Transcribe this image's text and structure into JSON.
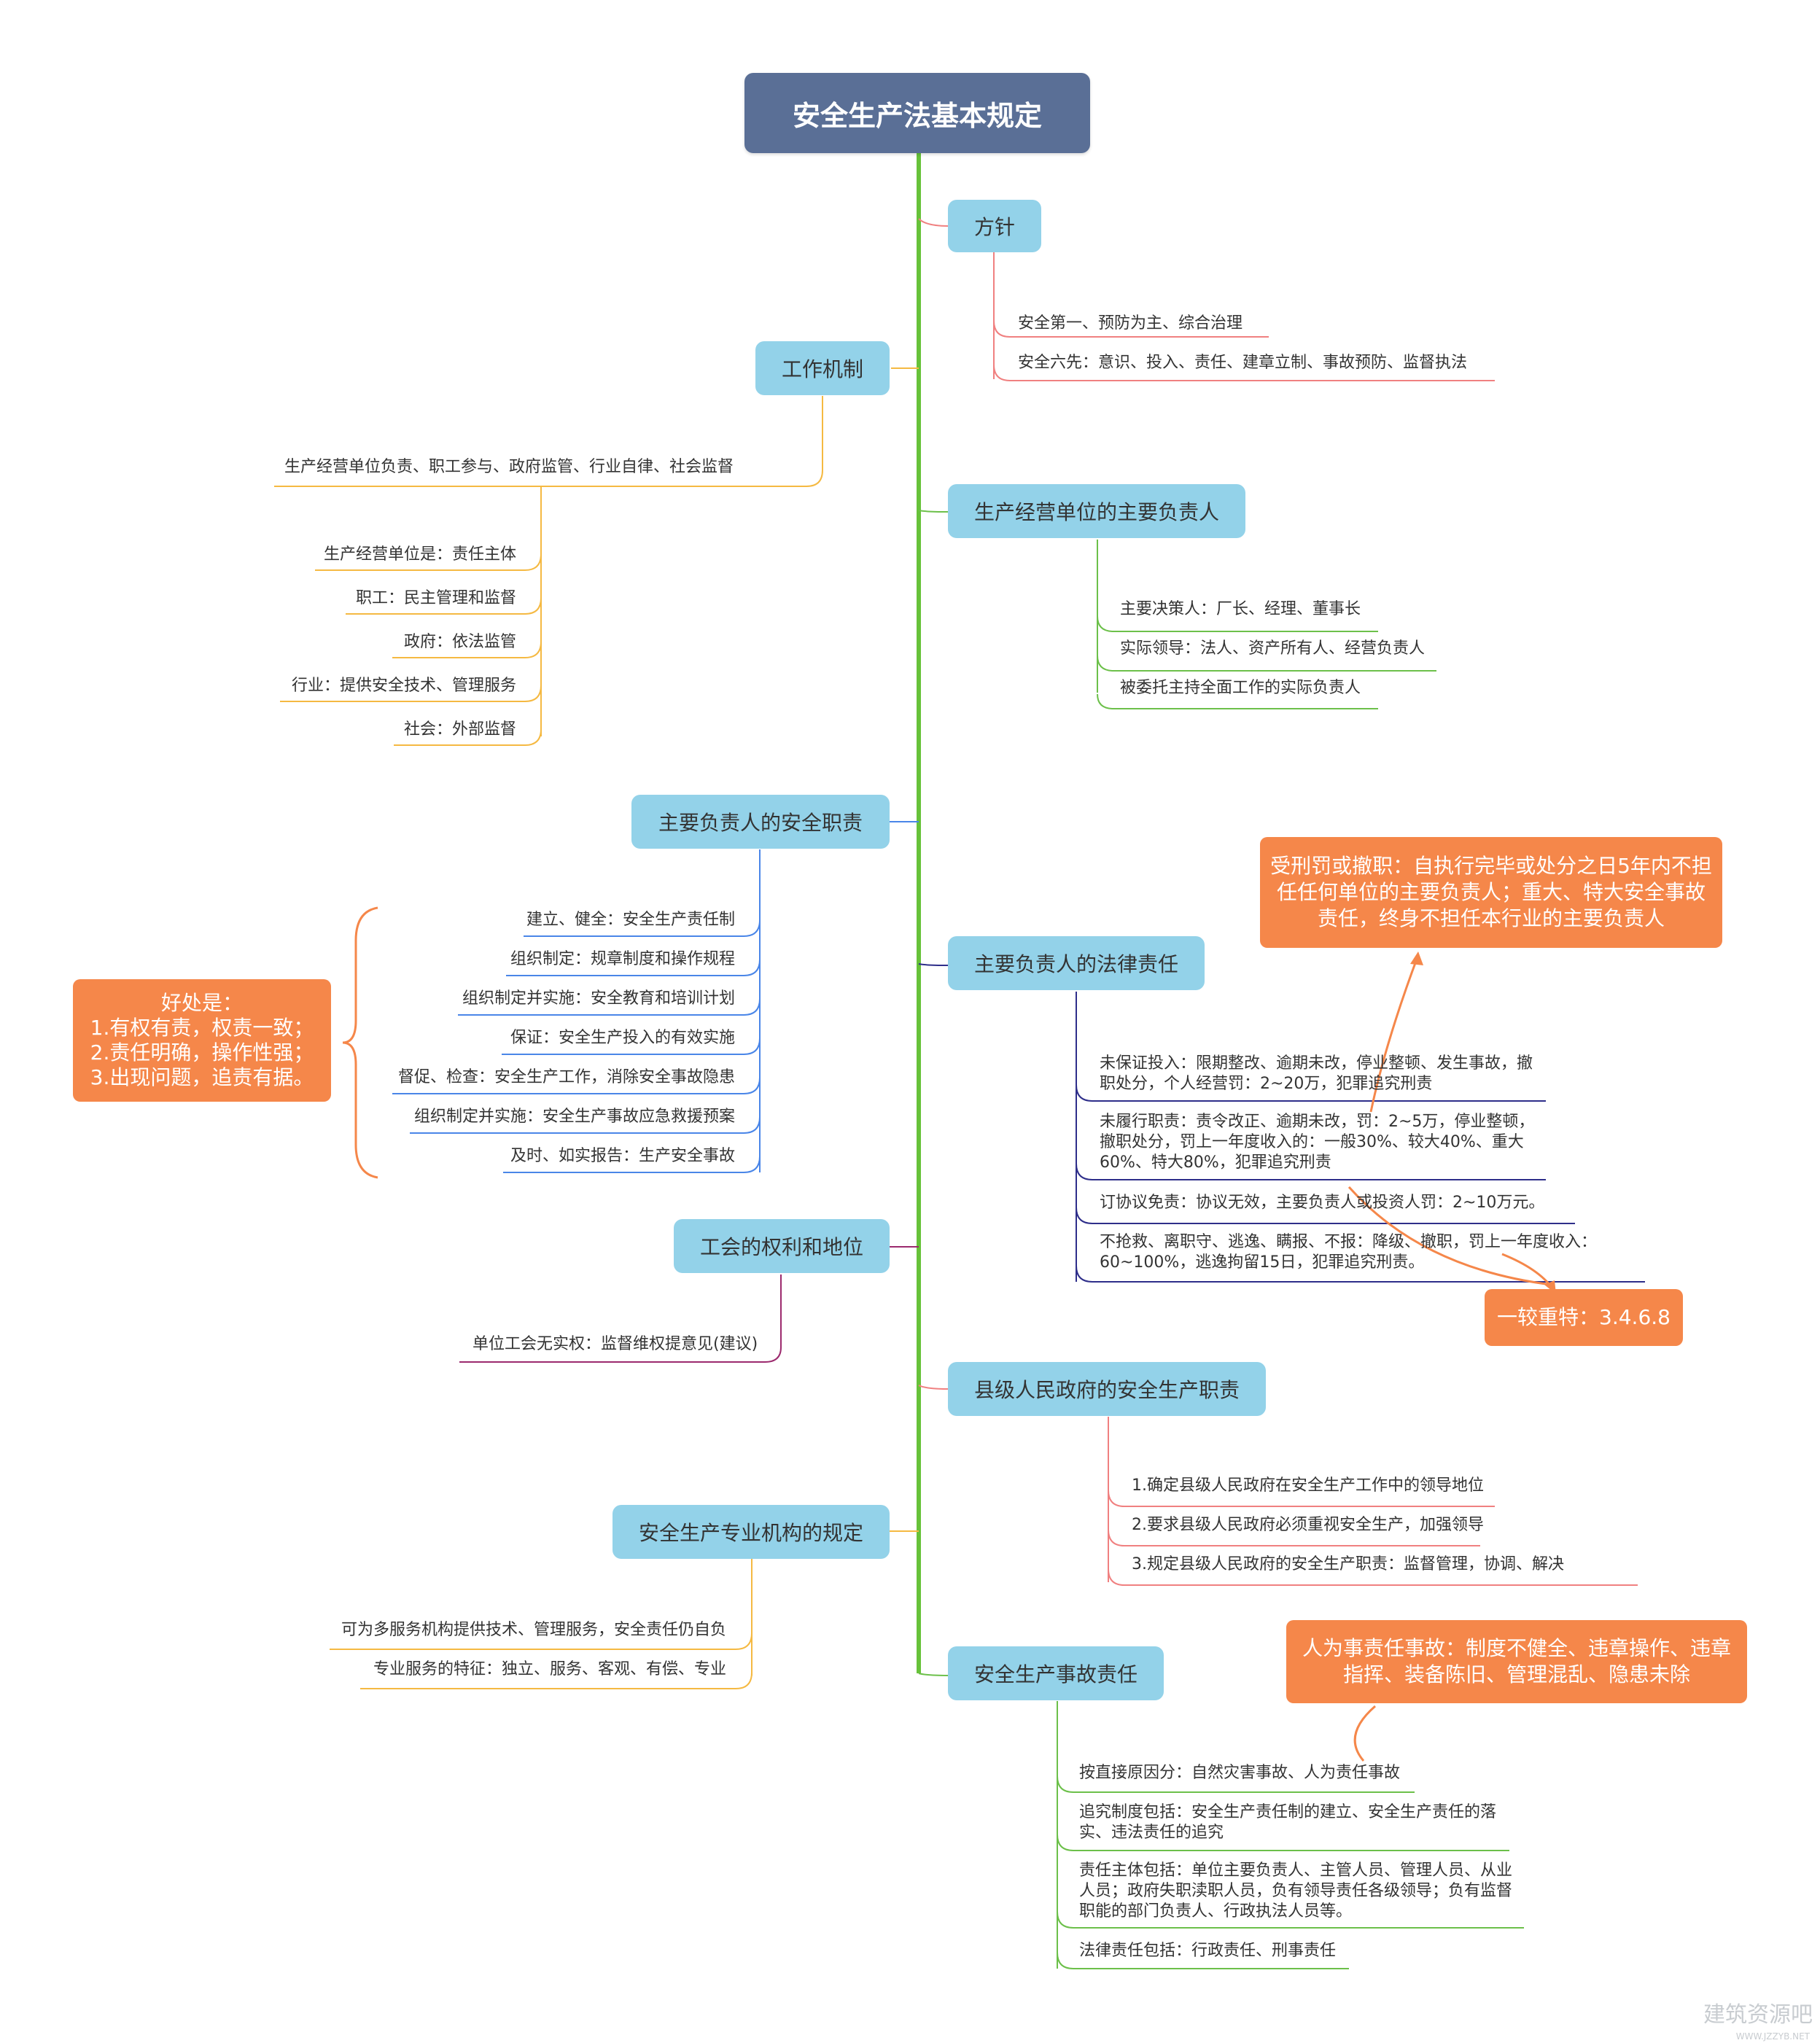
{
  "root": "安全生产法基本规定",
  "branches": {
    "fangzhen": {
      "title": "方针",
      "items": [
        "安全第一、预防为主、综合治理",
        "安全六先：意识、投入、责任、建章立制、事故预防、监督执法"
      ]
    },
    "gongzuo": {
      "title": "工作机制",
      "summary": "生产经营单位负责、职工参与、政府监管、行业自律、社会监督",
      "items": [
        "生产经营单位是：责任主体",
        "职工：民主管理和监督",
        "政府：依法监管",
        "行业：提供安全技术、管理服务",
        "社会：外部监督"
      ]
    },
    "fuzeren": {
      "title": "生产经营单位的主要负责人",
      "items": [
        "主要决策人：厂长、经理、董事长",
        "实际领导：法人、资产所有人、经营负责人",
        "被委托主持全面工作的实际负责人"
      ]
    },
    "zhize": {
      "title": "主要负责人的安全职责",
      "items": [
        "建立、健全：安全生产责任制",
        "组织制定：规章制度和操作规程",
        "组织制定并实施：安全教育和培训计划",
        "保证：安全生产投入的有效实施",
        "督促、检查：安全生产工作，消除安全事故隐患",
        "组织制定并实施：安全生产事故应急救援预案",
        "及时、如实报告：生产安全事故"
      ]
    },
    "falv": {
      "title": "主要负责人的法律责任",
      "items": [
        "未保证投入：限期整改、逾期未改，停业整顿、发生事故，撤职处分，个人经营罚：2~20万，犯罪追究刑责",
        "未履行职责：责令改正、逾期未改，罚：2~5万，停业整顿，撤职处分，罚上一年度收入的：一般30%、较大40%、重大60%、特大80%，犯罪追究刑责",
        "订协议免责：协议无效，主要负责人或投资人罚：2~10万元。",
        "不抢救、离职守、逃逸、瞒报、不报：降级、撤职，罚上一年度收入：60~100%，逃逸拘留15日，犯罪追究刑责。"
      ]
    },
    "gonghui": {
      "title": "工会的权利和地位",
      "items": [
        "单位工会无实权：监督维权提意见(建议)"
      ]
    },
    "xianji": {
      "title": "县级人民政府的安全生产职责",
      "items": [
        "1.确定县级人民政府在安全生产工作中的领导地位",
        "2.要求县级人民政府必须重视安全生产，加强领导",
        "3.规定县级人民政府的安全生产职责：监督管理，协调、解决"
      ]
    },
    "jigou": {
      "title": "安全生产专业机构的规定",
      "items": [
        "可为多服务机构提供技术、管理服务，安全责任仍自负",
        "专业服务的特征：独立、服务、客观、有偿、专业"
      ]
    },
    "shigu": {
      "title": "安全生产事故责任",
      "items": [
        "按直接原因分：自然灾害事故、人为责任事故",
        "追究制度包括：安全生产责任制的建立、安全生产责任的落实、违法责任的追究",
        "责任主体包括：单位主要负责人、主管人员、管理人员、从业人员；政府失职渎职人员，负有领导责任各级领导；负有监督职能的部门负责人、行政执法人员等。",
        "法律责任包括：行政责任、刑事责任"
      ]
    }
  },
  "notes": {
    "benefits": [
      "好处是：",
      "1.有权有责，权责一致；",
      "2.责任明确，操作性强；",
      "3.出现问题，追责有据。"
    ],
    "criminal": "受刑罚或撤职：自执行完毕或处分之日5年内不担任任何单位的主要负责人；重大、特大安全事故责任，终身不担任本行业的主要负责人",
    "fines": "一较重特：3.4.6.8",
    "human": "人为事责任事故：制度不健全、违章操作、违章指挥、装备陈旧、管理混乱、隐患未除"
  },
  "watermark": {
    "text": "建筑资源吧",
    "url": "WWW.JZZYB.NET"
  },
  "colors": {
    "root": "#5a6f96",
    "topic": "#93d2e9",
    "note": "#f5874a",
    "trunk": "#67c23a",
    "red": "#f08080",
    "orange": "#f5b942",
    "green": "#6cc04a",
    "blue": "#4a86e8",
    "navy": "#2e2e8a",
    "purple": "#9c2a6e"
  }
}
